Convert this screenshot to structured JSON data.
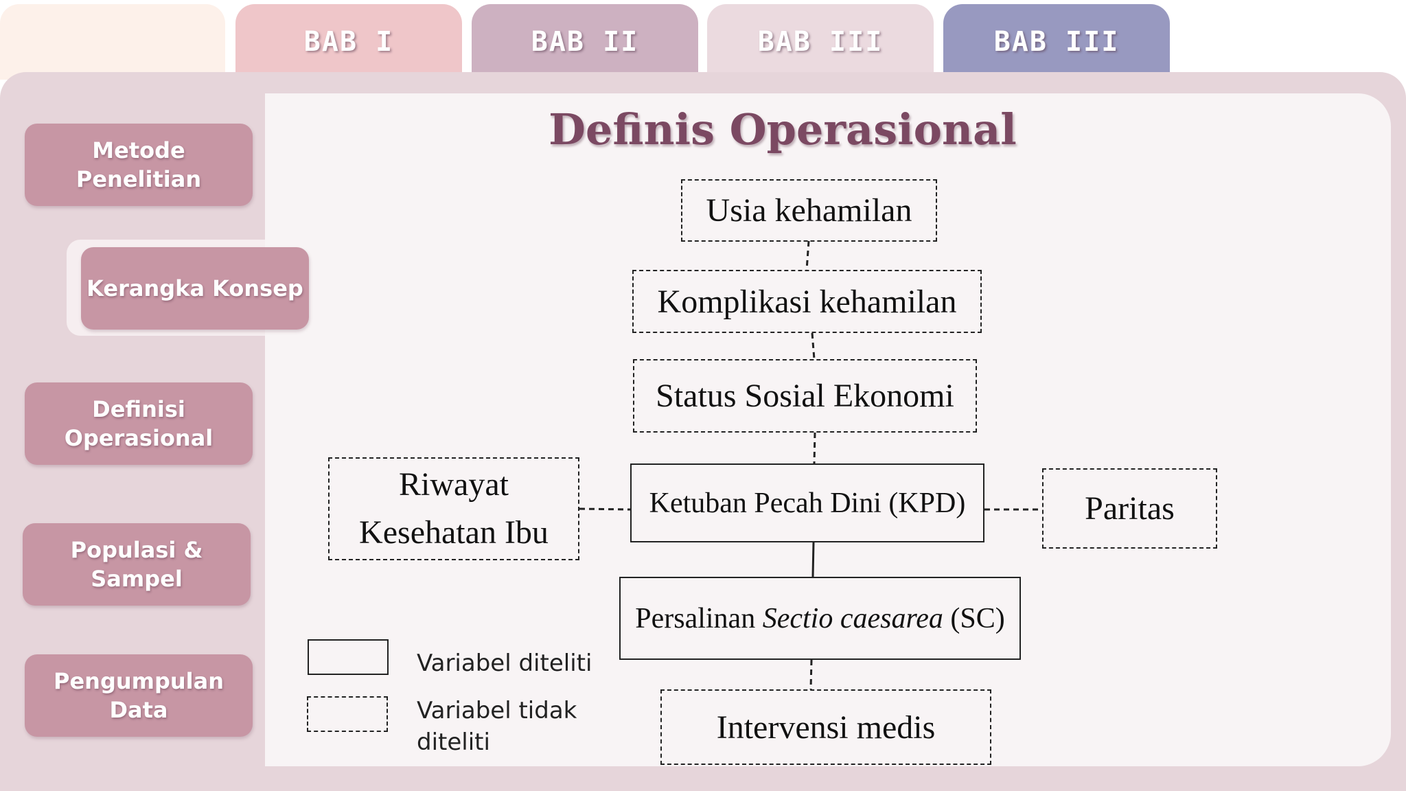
{
  "tabs": [
    "BAB I",
    "BAB II",
    "BAB III",
    "BAB III"
  ],
  "sidebar": {
    "items": [
      {
        "label": "Metode\nPenelitian",
        "active": false
      },
      {
        "label": "Kerangka Konsep",
        "active": true
      },
      {
        "label": "Definisi\nOperasional",
        "active": false
      },
      {
        "label": "Populasi &\nSampel",
        "active": false
      },
      {
        "label": "Pengumpulan\nData",
        "active": false
      }
    ]
  },
  "main": {
    "title": "Definis Operasional",
    "nodes": {
      "usia_kehamilan": "Usia kehamilan",
      "komplikasi_kehamilan": "Komplikasi kehamilan",
      "status_sosial_ekonomi": "Status Sosial Ekonomi",
      "riwayat_kesehatan_ibu_1": "Riwayat",
      "riwayat_kesehatan_ibu_2": "Kesehatan Ibu",
      "kpd": "Ketuban Pecah Dini (KPD)",
      "paritas": "Paritas",
      "sc_prefix": "Persalinan ",
      "sc_italic": "Sectio caesarea",
      "sc_suffix": " (SC)",
      "intervensi_medis": "Intervensi medis"
    },
    "legend": {
      "solid_label": "Variabel diteliti",
      "dashed_label_1": "Variabel tidak",
      "dashed_label_2": "diteliti"
    }
  },
  "colors": {
    "frame": "#e6d5da",
    "panel": "#f8f4f5",
    "sidebar_button": "#c796a4",
    "title": "#7b4962",
    "tab_1": "#efc6c9",
    "tab_2": "#cdb1c1",
    "tab_3": "#ebdadf",
    "tab_4": "#9899c0"
  }
}
